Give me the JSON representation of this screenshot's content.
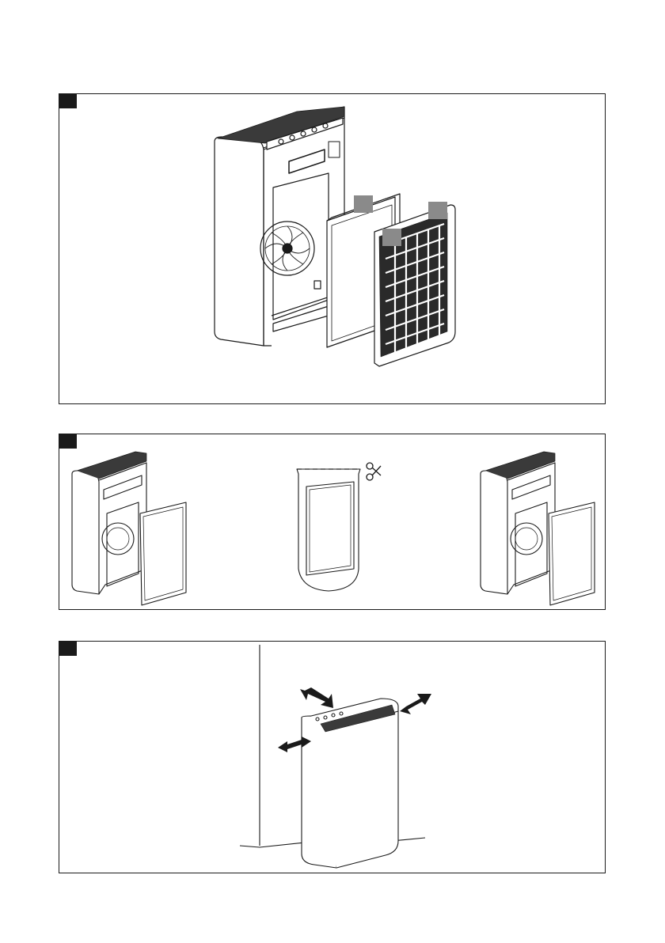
{
  "panels": [
    {
      "id": 1,
      "kind": "filter-replacement-exploded-view"
    },
    {
      "id": 2,
      "kind": "filter-unpacking-sequence"
    },
    {
      "id": 3,
      "kind": "placement-clearance"
    }
  ],
  "colors": {
    "ink": "#1a1a1a",
    "marker": "#8a8a8a",
    "body": "#ffffff"
  },
  "icons": [
    "scissors-icon",
    "double-arrow-icon",
    "fan-icon"
  ]
}
